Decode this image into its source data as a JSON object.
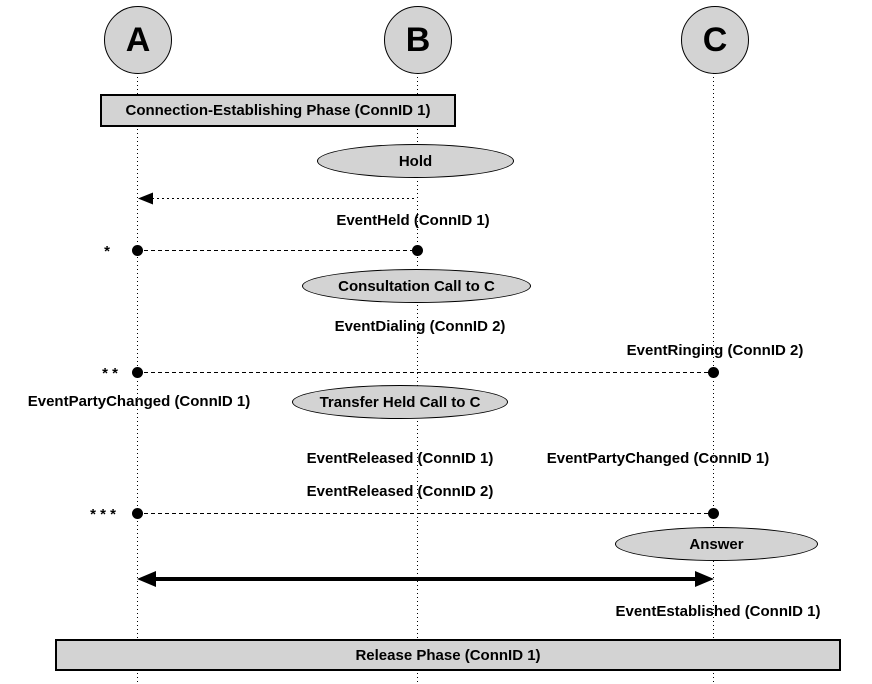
{
  "parties": [
    {
      "label": "A"
    },
    {
      "label": "B"
    },
    {
      "label": "C"
    }
  ],
  "phase_boxes": {
    "connection": "Connection-Establishing Phase (ConnID 1)",
    "release": "Release Phase (ConnID 1)"
  },
  "action_ellipses": {
    "hold": "Hold",
    "consultation": "Consultation Call to C",
    "transfer": "Transfer Held Call to C",
    "answer": "Answer"
  },
  "event_labels": {
    "held": "EventHeld (ConnID 1)",
    "dialing": "EventDialing (ConnID 2)",
    "ringing": "EventRinging (ConnID 2)",
    "party_changed_a": "EventPartyChanged (ConnID 1)",
    "released_conn1": "EventReleased (ConnID 1)",
    "party_changed_c": "EventPartyChanged (ConnID 1)",
    "released_conn2": "EventReleased (ConnID 2)",
    "established": "EventEstablished (ConnID 1)"
  },
  "step_markers": {
    "step1": "*",
    "step2": "* *",
    "step3": "* * *"
  },
  "colors": {
    "shape_fill": "#d3d3d3",
    "line": "#000000",
    "background": "#ffffff"
  }
}
